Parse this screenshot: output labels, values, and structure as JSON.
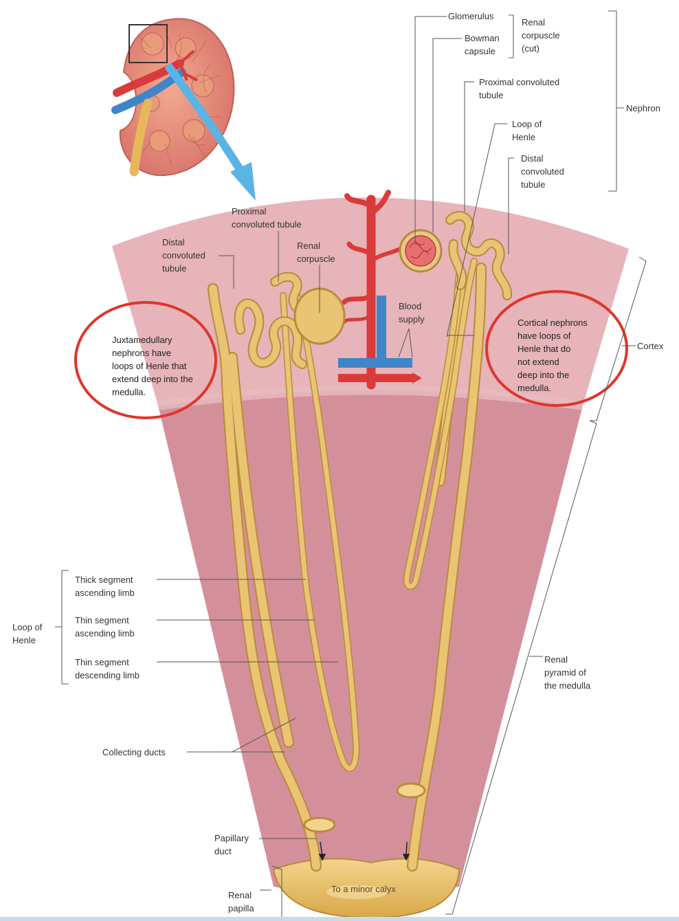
{
  "labels": {
    "glomerulus": "Glomerulus",
    "bowman_capsule": "Bowman\ncapsule",
    "renal_corpuscle_cut": "Renal\ncorpuscle\n(cut)",
    "nephron": "Nephron",
    "pct_top": "Proximal convoluted\ntubule",
    "loop_top": "Loop of\nHenle",
    "dct_top": "Distal\nconvoluted\ntubule",
    "pct_left": "Proximal\nconvoluted tubule",
    "dct_left": "Distal\nconvoluted\ntubule",
    "renal_corpuscle": "Renal\ncorpuscle",
    "blood_supply": "Blood\nsupply",
    "cortex": "Cortex",
    "juxtamedullary_note": "Juxtamedullary\nnephrons have\nloops of Henle that\nextend deep into the\nmedulla.",
    "cortical_note": "Cortical nephrons\nhave loops of\nHenle that do\nnot extend\ndeep into the\nmedulla.",
    "thick_ascending": "Thick segment\nascending limb",
    "thin_ascending": "Thin segment\nascending limb",
    "thin_descending": "Thin segment\ndescending limb",
    "loop_of_henle": "Loop of\nHenle",
    "renal_pyramid": "Renal\npyramid of\nthe medulla",
    "collecting_ducts": "Collecting ducts",
    "papillary_duct": "Papillary\nduct",
    "minor_calyx": "To a minor calyx",
    "renal_papilla": "Renal\npapilla"
  },
  "colors": {
    "cortex": "#e6b4b9",
    "medulla": "#d4909a",
    "tubule": "#e9c472",
    "tubule_edge": "#b98a3a",
    "artery": "#d93a3a",
    "vein": "#3f86c8",
    "arrow": "#5ab4e6",
    "highlight_circle": "#e0352b",
    "leader": "#555555"
  }
}
